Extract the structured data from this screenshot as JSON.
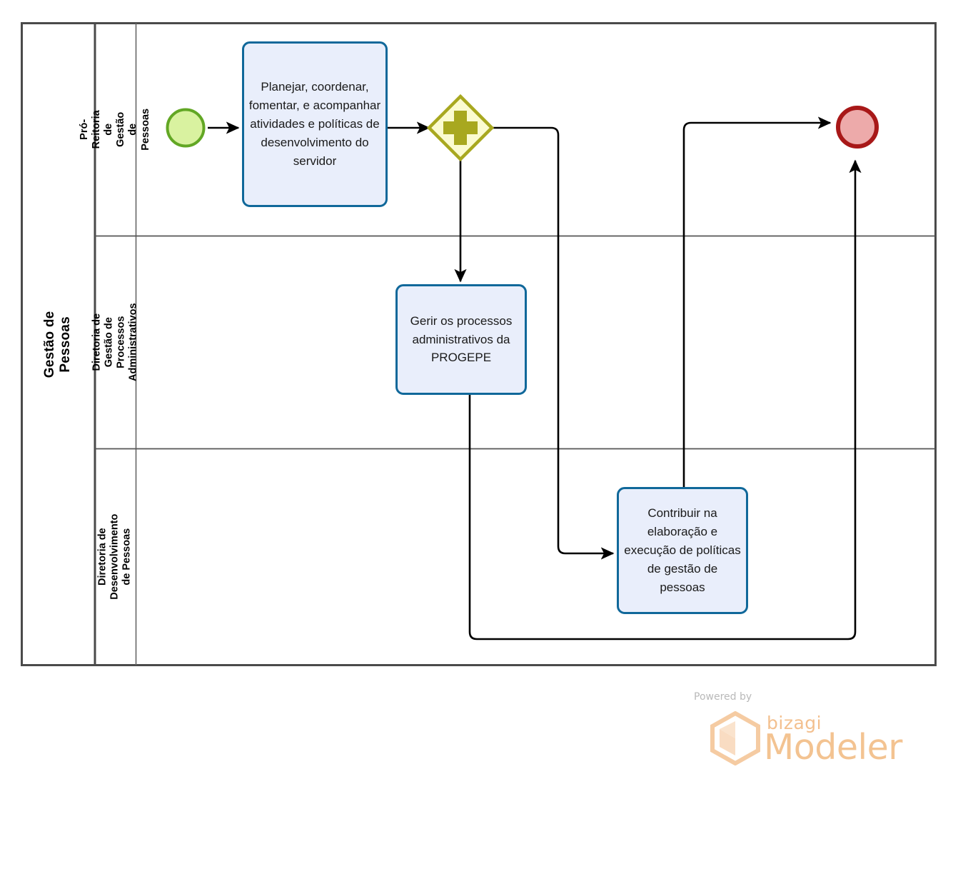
{
  "diagram": {
    "type": "bpmn-collaboration",
    "pool": {
      "name": "Gestão de Pessoas",
      "lanes": [
        {
          "id": "lane-pro-reitoria",
          "name": "Pró-Reitoria de Gestão de Pessoas"
        },
        {
          "id": "lane-gestao-processos",
          "name": "Diretoria de Gestão de Processos Administrativos"
        },
        {
          "id": "lane-desenvolvimento",
          "name": "Diretoria de Desenvolvimento de Pessoas"
        }
      ]
    },
    "elements": {
      "start_event": {
        "name": "start-event",
        "type": "start-event",
        "lane": "lane-pro-reitoria"
      },
      "task_planejar": {
        "name": "Planejar, coordenar, fomentar, e acompanhar atividades e políticas de desenvolvimento do servidor",
        "type": "task",
        "lane": "lane-pro-reitoria"
      },
      "gateway_parallel": {
        "name": "parallel-gateway",
        "type": "parallel-gateway",
        "marker": "+",
        "lane": "lane-pro-reitoria"
      },
      "task_gerir": {
        "name": "Gerir os processos administrativos da PROGEPE",
        "type": "task",
        "lane": "lane-gestao-processos"
      },
      "task_contribuir": {
        "name": "Contribuir na elaboração e execução de políticas de gestão de pessoas",
        "type": "task",
        "lane": "lane-desenvolvimento"
      },
      "end_event": {
        "name": "end-event",
        "type": "end-event",
        "lane": "lane-pro-reitoria"
      }
    },
    "flows": [
      {
        "from": "start_event",
        "to": "task_planejar"
      },
      {
        "from": "task_planejar",
        "to": "gateway_parallel"
      },
      {
        "from": "gateway_parallel",
        "to": "task_gerir"
      },
      {
        "from": "gateway_parallel",
        "to": "task_contribuir"
      },
      {
        "from": "task_contribuir",
        "to": "end_event"
      },
      {
        "from": "task_gerir",
        "to": "end_event"
      }
    ],
    "colors": {
      "pool_border": "#4a4a4a",
      "lane_border": "#555555",
      "task_border": "#10689a",
      "task_fill": "#e9eefb",
      "start_border": "#62a724",
      "start_fill": "#d9f2a0",
      "gateway_border": "#a8a81f",
      "gateway_fill": "#fbfbd0",
      "gateway_marker": "#a8a81f",
      "end_border": "#a81818",
      "end_fill": "#edaaaa",
      "flow_line": "#000000"
    }
  },
  "watermark": {
    "powered_by": "Powered by",
    "brand": "bizagi",
    "product": "Modeler"
  }
}
